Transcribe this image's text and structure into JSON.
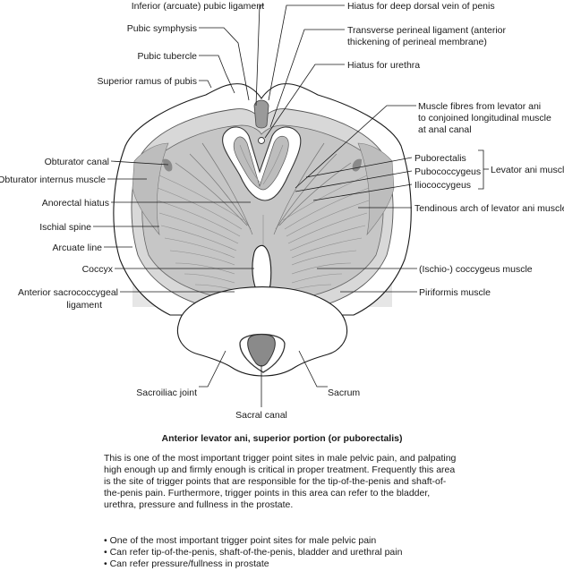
{
  "labels": {
    "inferior_pubic_ligament": "Inferior (arcuate) pubic ligament",
    "pubic_symphysis": "Pubic symphysis",
    "pubic_tubercle": "Pubic tubercle",
    "superior_ramus": "Superior ramus of pubis",
    "hiatus_dorsal_vein": "Hiatus for deep dorsal vein of penis",
    "transverse_perineal_1": "Transverse perineal ligament (anterior",
    "transverse_perineal_2": "thickening of perineal membrane)",
    "hiatus_urethra": "Hiatus for urethra",
    "muscle_fibres_1": "Muscle fibres from levator ani",
    "muscle_fibres_2": "to conjoined longitudinal muscle",
    "muscle_fibres_3": "at anal canal",
    "obturator_canal": "Obturator canal",
    "obturator_internus": "Obturator internus muscle",
    "puborectalis": "Puborectalis",
    "pubococcygeus": "Pubococcygeus",
    "iliococcygeus": "Iliococcygeus",
    "levator_ani": "Levator ani muscle",
    "anorectal_hiatus": "Anorectal hiatus",
    "tendinous_arch": "Tendinous arch of levator ani muscle",
    "ischial_spine": "Ischial spine",
    "arcuate_line": "Arcuate line",
    "coccyx": "Coccyx",
    "ischio_coccygeus": "(Ischio-) coccygeus muscle",
    "anterior_sacrococcygeal_1": "Anterior sacrococcygeal",
    "anterior_sacrococcygeal_2": "ligament",
    "piriformis": "Piriformis muscle",
    "sacroiliac_joint": "Sacroiliac joint",
    "sacrum": "Sacrum",
    "sacral_canal": "Sacral canal"
  },
  "caption": "Anterior levator ani, superior portion (or puborectalis)",
  "description": "This is one of the most important trigger point sites in male pelvic pain, and palpating high enough up and firmly enough is critical in proper treatment. Frequently this area is the site of trigger points that are responsible for the tip-of-the-penis and shaft-of-the-penis pain. Furthermore, trigger points in this area can refer to the bladder, urethra, pressure and fullness in the prostate.",
  "bullets": [
    "One of the most important trigger point sites for male pelvic pain",
    "Can refer tip-of-the-penis, shaft-of-the-penis, bladder and urethral pain",
    "Can refer pressure/fullness in prostate"
  ],
  "colors": {
    "muscle": "#c9c9c9",
    "bone": "#ffffff",
    "background": "#e3e3e3",
    "canal": "#888888"
  }
}
